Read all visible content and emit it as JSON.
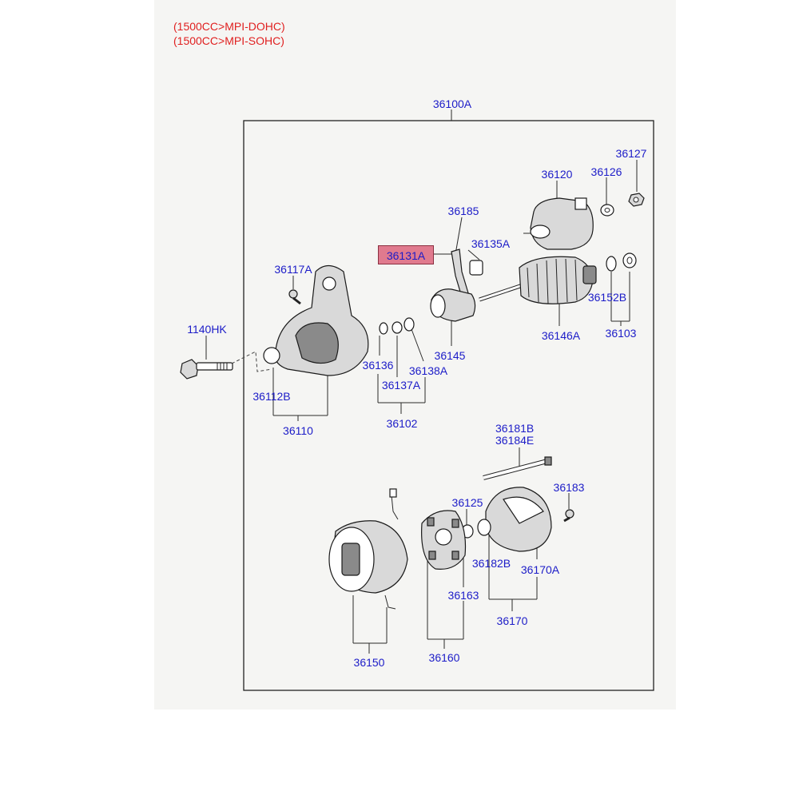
{
  "variants": [
    "(1500CC>MPI-DOHC)",
    "(1500CC>MPI-SOHC)"
  ],
  "highlight_part": "36131A",
  "labels": {
    "p36100A": "36100A",
    "p36127": "36127",
    "p36120": "36120",
    "p36126": "36126",
    "p36185": "36185",
    "p36135A": "36135A",
    "p36117A": "36117A",
    "p36152B": "36152B",
    "p1140HK": "1140HK",
    "p36146A": "36146A",
    "p36103": "36103",
    "p36145": "36145",
    "p36136": "36136",
    "p36138A": "36138A",
    "p36137A": "36137A",
    "p36112B": "36112B",
    "p36102": "36102",
    "p36110": "36110",
    "p36181B": "36181B",
    "p36184E": "36184E",
    "p36183": "36183",
    "p36125": "36125",
    "p36182B": "36182B",
    "p36170A": "36170A",
    "p36163": "36163",
    "p36170": "36170",
    "p36150": "36150",
    "p36160": "36160"
  },
  "colors": {
    "label": "#1c1cc8",
    "variant": "#e02020",
    "highlight": "#e07a8e"
  }
}
